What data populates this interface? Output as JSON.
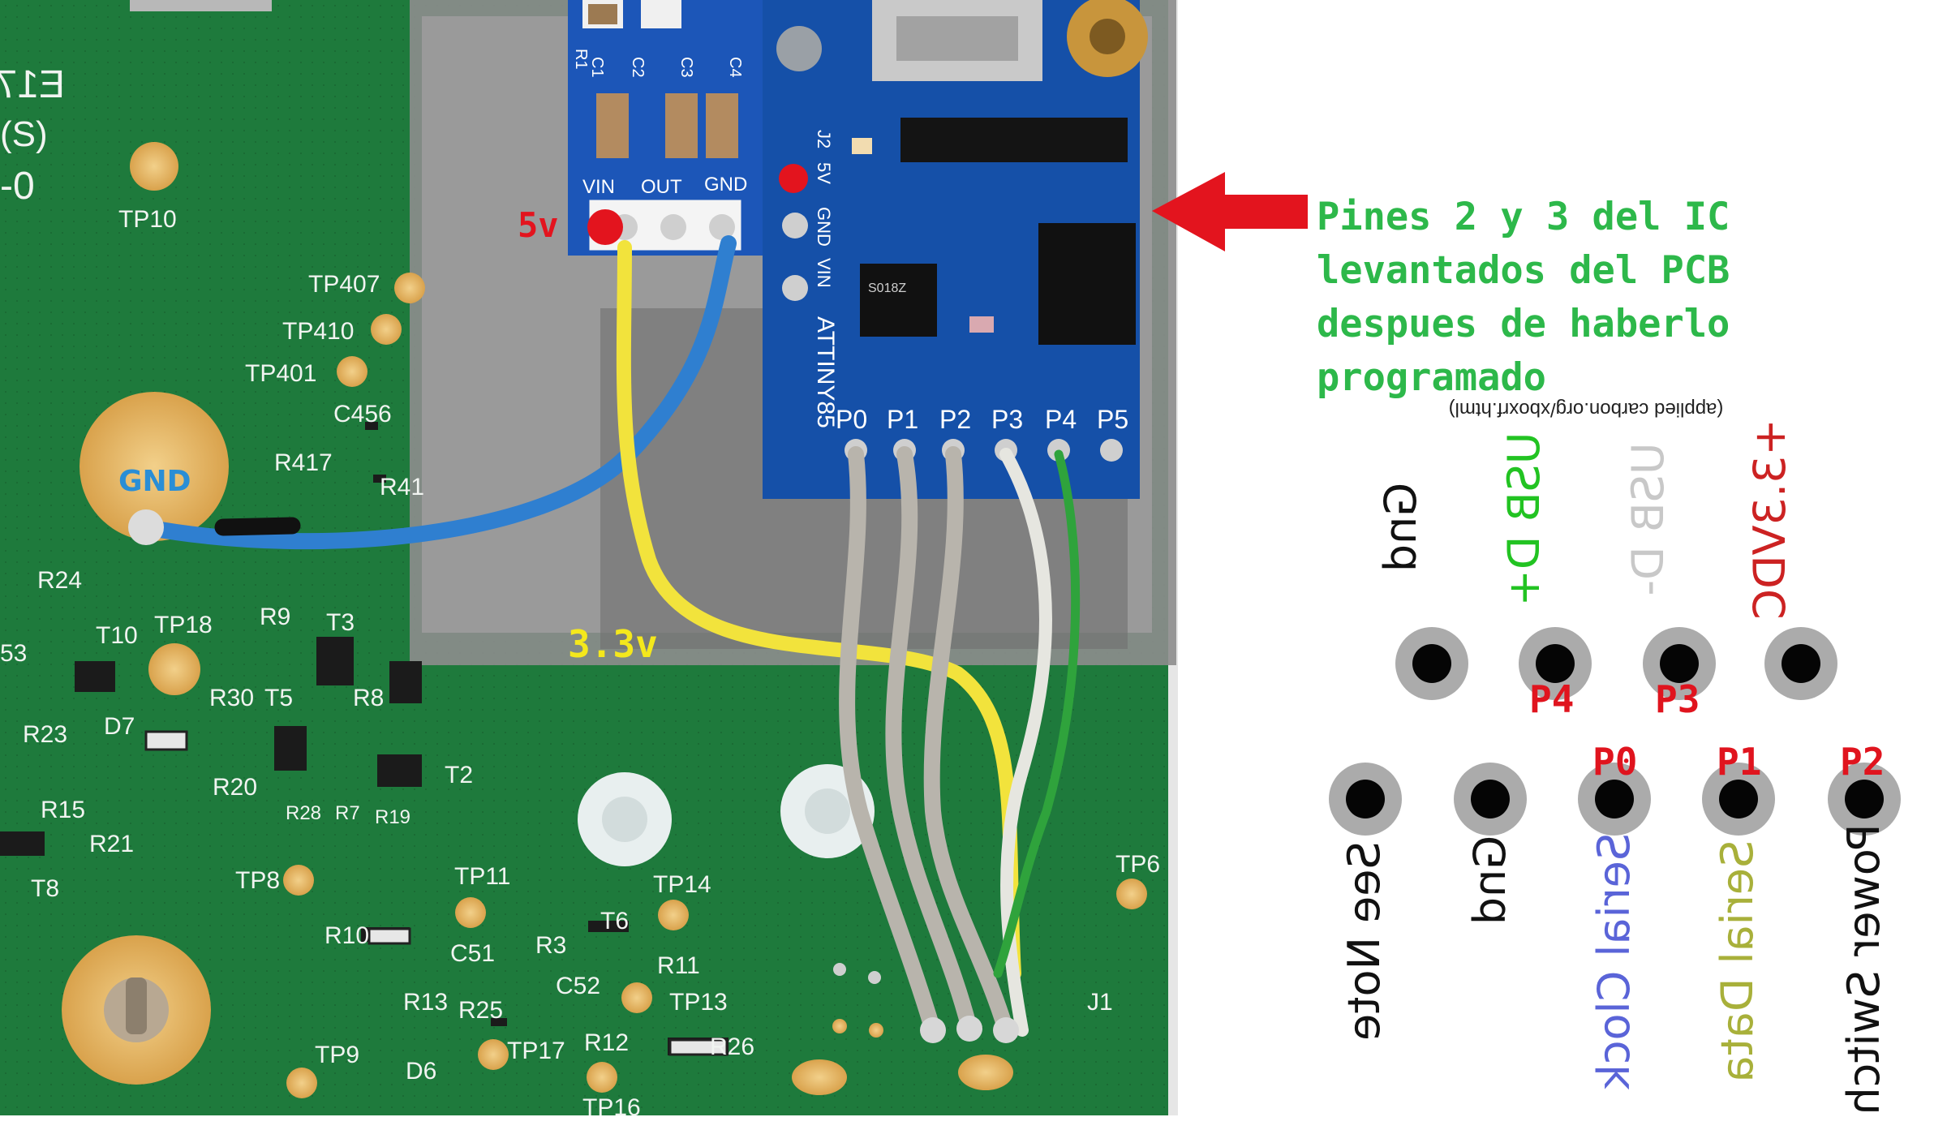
{
  "photo": {
    "silkscreen": {
      "left_marks": [
        "E17",
        "(S)",
        "-0"
      ],
      "test_points": [
        "TP10",
        "TP407",
        "TP410",
        "TP401",
        "TP18",
        "TP8",
        "TP11",
        "TP14",
        "TP13",
        "TP17",
        "TP16",
        "TP9",
        "TP6"
      ],
      "components": [
        "C456",
        "R417",
        "R41",
        "R24",
        "T10",
        "R9",
        "T3",
        "53",
        "R30",
        "T5",
        "R8",
        "R23",
        "D7",
        "R20",
        "R28",
        "R7",
        "R19",
        "T2",
        "R15",
        "R21",
        "T8",
        "T6",
        "R3",
        "R10",
        "C51",
        "R11",
        "C52",
        "R13",
        "R25",
        "R12",
        "R26",
        "D6",
        "J1"
      ]
    },
    "regulator": {
      "caps": [
        "C1",
        "C2",
        "C3",
        "C4"
      ],
      "r_label": "R1",
      "pins": [
        "VIN",
        "OUT",
        "GND"
      ]
    },
    "attiny": {
      "board_name": "ATTINY85",
      "j2": "J2",
      "side_pins": [
        "5V",
        "GND",
        "VIN"
      ],
      "pins": [
        "P0",
        "P1",
        "P2",
        "P3",
        "P4",
        "P5"
      ],
      "chip_marking": "S018Z"
    },
    "annotations": {
      "gnd": "GND",
      "v5": "5v",
      "v33": "3.3v"
    }
  },
  "note": {
    "lines": [
      "Pines 2 y 3 del IC",
      "levantados del PCB",
      "despues de haberlo",
      "programado"
    ],
    "color": "#2db84a",
    "arrow_color": "#e31b23"
  },
  "pinout": {
    "source": "(applied carbon.org/xboxrf.html)",
    "top_row": [
      {
        "label": "Gnd",
        "color": "#111111",
        "tag": ""
      },
      {
        "label": "USB D+",
        "color": "#22c322",
        "tag": "P4"
      },
      {
        "label": "USB D-",
        "color": "#c8c8c8",
        "tag": "P3"
      },
      {
        "label": "+3.3VDC",
        "color": "#cc2222",
        "tag": ""
      }
    ],
    "bottom_row": [
      {
        "label": "See Note",
        "color": "#111111",
        "tag": ""
      },
      {
        "label": "Gnd",
        "color": "#111111",
        "tag": ""
      },
      {
        "label": "Serial Clock",
        "color": "#5a64d8",
        "tag": "P0"
      },
      {
        "label": "Serial Data",
        "color": "#a8b03a",
        "tag": "P1"
      },
      {
        "label": "Power Switch",
        "color": "#111111",
        "tag": "P2"
      }
    ],
    "tag_color": "#e0141e"
  }
}
